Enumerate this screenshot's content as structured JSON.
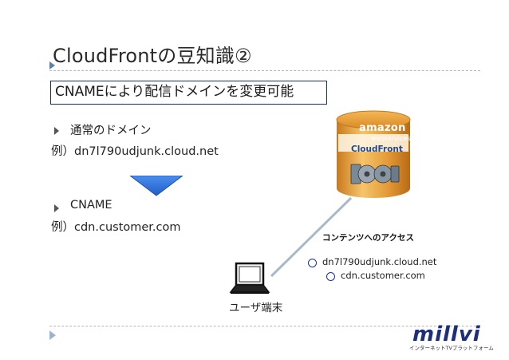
{
  "slide": {
    "title": "CloudFrontの豆知識②",
    "highlight": "CNAMEにより配信ドメインを変更可能"
  },
  "bullets": [
    {
      "label": "通常のドメイン",
      "example": "例）dn7l790udjunk.cloud.net"
    },
    {
      "label": "CNAME",
      "example": "例）cdn.customer.com"
    }
  ],
  "diagram": {
    "cylinder": {
      "brand": "amazon",
      "brand_sub": "webservices",
      "service": "CloudFront"
    },
    "access_label": "コンテンツへのアクセス",
    "urls": [
      "dn7l790udjunk.cloud.net",
      "cdn.customer.com"
    ],
    "user_label": "ユーザ端末"
  },
  "logo": {
    "name": "millvi",
    "tagline": "インターネットTVプラットフォーム"
  },
  "colors": {
    "arrow_blue": "#2a6ed6",
    "box_border": "#1f2a6b",
    "cylinder_gold": "#e8a23a",
    "connector": "#aab8cc",
    "circle_blue": "#1a2fa8",
    "logo_navy": "#1d2e7a"
  }
}
